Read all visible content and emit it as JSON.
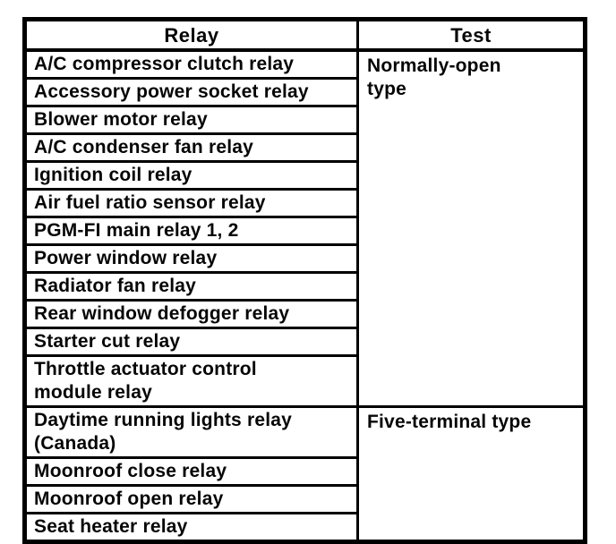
{
  "table": {
    "headers": {
      "relay": "Relay",
      "test": "Test"
    },
    "groups": [
      {
        "test": "Normally-open\ntype",
        "relays": [
          "A/C compressor clutch relay",
          "Accessory power socket relay",
          "Blower motor relay",
          "A/C condenser fan relay",
          "Ignition coil relay",
          "Air fuel ratio sensor relay",
          "PGM-FI main relay 1, 2",
          "Power window relay",
          "Radiator fan relay",
          "Rear window defogger relay",
          "Starter cut relay",
          "Throttle actuator control\nmodule relay"
        ]
      },
      {
        "test": "Five-terminal type",
        "relays": [
          "Daytime running lights relay\n(Canada)",
          "Moonroof close relay",
          "Moonroof open relay",
          "Seat heater relay"
        ]
      }
    ],
    "colors": {
      "background": "#ffffff",
      "border": "#000000",
      "text": "#060606"
    }
  }
}
